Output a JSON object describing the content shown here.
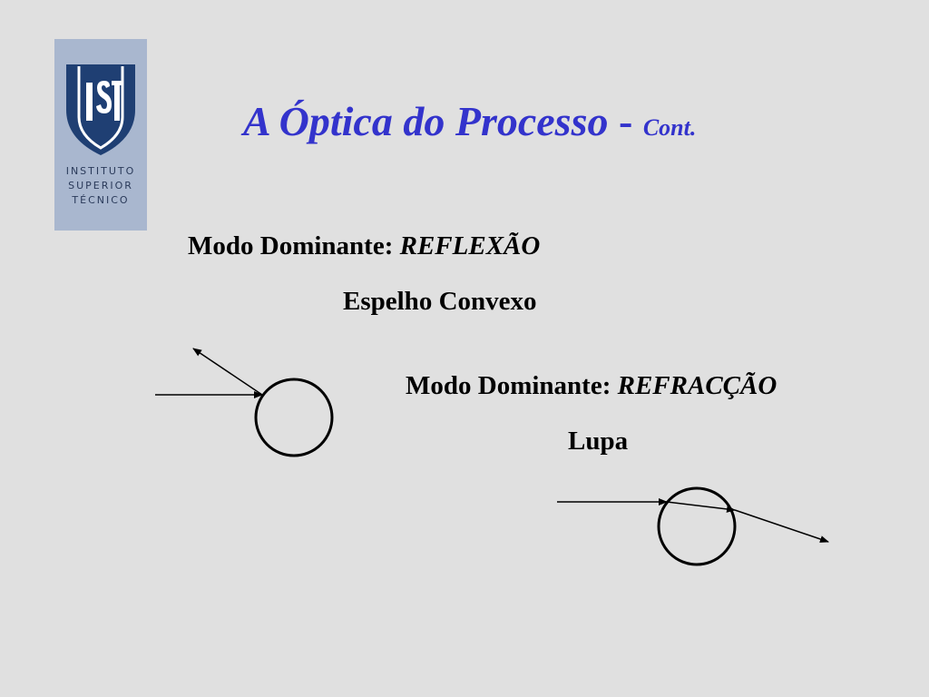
{
  "logo": {
    "monogram": "IST",
    "lines": [
      "INSTITUTO",
      "SUPERIOR",
      "TÉCNICO"
    ]
  },
  "title": {
    "main": "A Óptica do Processo",
    "separator": "-",
    "suffix": "Cont."
  },
  "reflection": {
    "label": "Modo Dominante:",
    "mode": "REFLEXÃO",
    "device": "Espelho Convexo"
  },
  "refraction": {
    "label": "Modo Dominante:",
    "mode": "REFRACÇÃO",
    "device": "Lupa"
  },
  "colors": {
    "background": "#e0e0e0",
    "title": "#3333cc",
    "logo_panel": "#a9b7cf",
    "logo_shield": "#1f3f73"
  }
}
